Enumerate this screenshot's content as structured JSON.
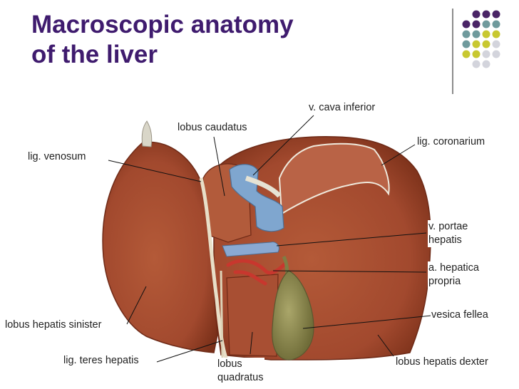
{
  "title": {
    "line1": "Macroscopic anatomy",
    "line2": "of the liver"
  },
  "colors": {
    "title": "#3f1b6e",
    "dot_purple": "#4a2466",
    "dot_teal": "#6f9a9c",
    "dot_olive": "#c8c830",
    "dot_grey": "#d3d4dc",
    "liver": "#a2492e",
    "liver_dark": "#6e2a17",
    "vena_cava": "#7fa6cf",
    "portal_vein": "#8aa9d2",
    "artery": "#c8372e",
    "gallbladder": "#8d8a50"
  },
  "labels": {
    "v_cava_inferior": "v. cava inferior",
    "lobus_caudatus": "lobus caudatus",
    "lig_coronarium": "lig. coronarium",
    "lig_venosum": "lig. venosum",
    "v_portae_1": "v. portae",
    "v_portae_2": "hepatis",
    "a_hepatica_1": "a. hepatica",
    "a_hepatica_2": "propria",
    "vesica_fellea": "vesica fellea",
    "lobus_hepatis_sinister": "lobus hepatis sinister",
    "lig_teres_hepatis": "lig. teres hepatis",
    "lobus_quadratus_1": "lobus",
    "lobus_quadratus_2": "quadratus",
    "lobus_hepatis_dexter": "lobus hepatis dexter"
  }
}
